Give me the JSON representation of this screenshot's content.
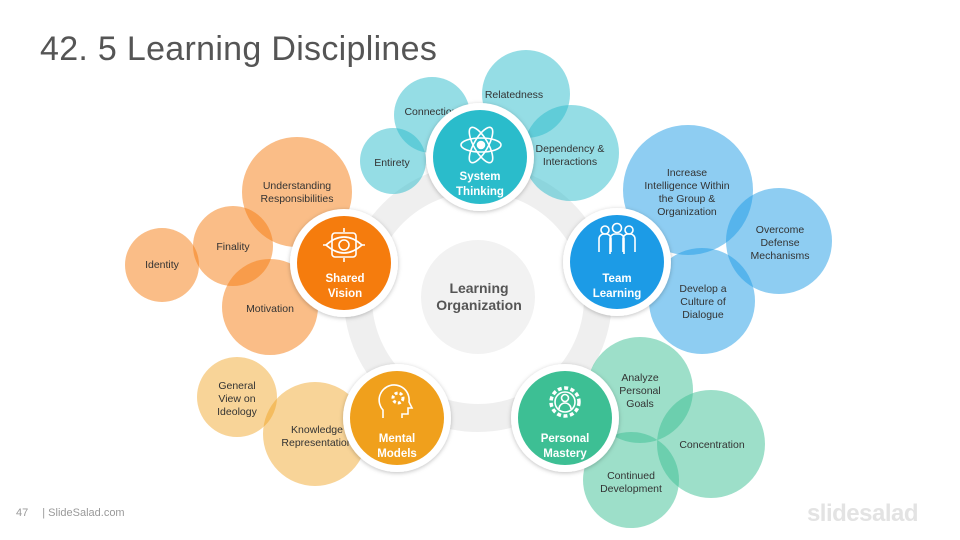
{
  "title": "42. 5 Learning Disciplines",
  "center_label": [
    "Learning",
    "Organization"
  ],
  "colors": {
    "system": "#2bbccb",
    "team": "#1e9be6",
    "personal": "#3cbf94",
    "mental": "#f0a01a",
    "shared": "#f57c10"
  },
  "disciplines": {
    "system_thinking": {
      "label": [
        "System",
        "Thinking"
      ],
      "icon": "atom-icon",
      "bubbles": {
        "relatedness": [
          "Relatedness"
        ],
        "connection": [
          "Connection"
        ],
        "entirety": [
          "Entirety"
        ],
        "dependency": [
          "Dependency &",
          "Interactions"
        ]
      }
    },
    "team_learning": {
      "label": [
        "Team",
        "Learning"
      ],
      "icon": "team-icon",
      "bubbles": {
        "increase": [
          "Increase",
          "Intelligence Within",
          "the Group &",
          "Organization"
        ],
        "overcome": [
          "Overcome",
          "Defense",
          "Mechanisms"
        ],
        "develop": [
          "Develop a",
          "Culture of",
          "Dialogue"
        ]
      }
    },
    "personal_mastery": {
      "label": [
        "Personal",
        "Mastery"
      ],
      "icon": "gear-person-icon",
      "bubbles": {
        "analyze": [
          "Analyze",
          "Personal",
          "Goals"
        ],
        "concentration": [
          "Concentration"
        ],
        "continued": [
          "Continued",
          "Development"
        ]
      }
    },
    "mental_models": {
      "label": [
        "Mental",
        "Models"
      ],
      "icon": "head-gear-icon",
      "bubbles": {
        "general": [
          "General",
          "View on",
          "Ideology"
        ],
        "knowledge": [
          "Knowledge",
          "Representation"
        ]
      }
    },
    "shared_vision": {
      "label": [
        "Shared",
        "Vision"
      ],
      "icon": "eye-icon",
      "bubbles": {
        "understanding": [
          "Understanding",
          "Responsibilities"
        ],
        "finality": [
          "Finality"
        ],
        "identity": [
          "Identity"
        ],
        "motivation": [
          "Motivation"
        ]
      }
    }
  },
  "footer": {
    "page": "47",
    "site": "| SlideSalad.com"
  },
  "brand": "slidesalad"
}
